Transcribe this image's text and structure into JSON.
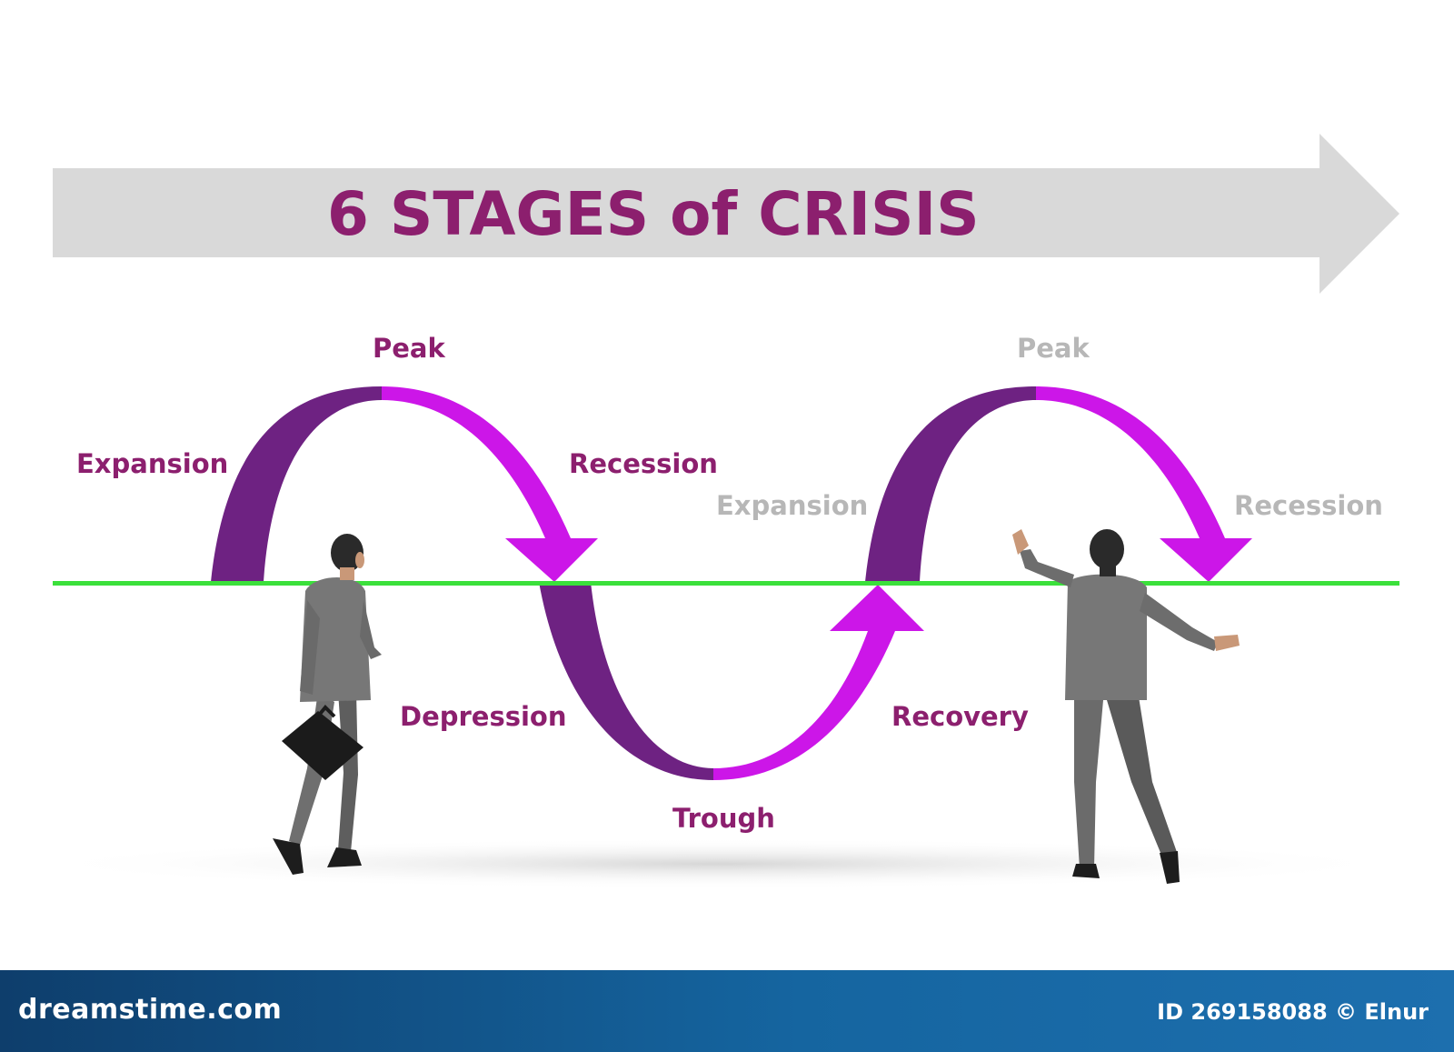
{
  "title": "6 STAGES of CRISIS",
  "colors": {
    "title": "#8c1f6e",
    "label_active": "#8c1f6e",
    "label_faded": "#b7b7b7",
    "arrow_dark": "#6e2282",
    "arrow_bright": "#cc16e8",
    "banner": "#d9d9d9",
    "baseline": "#3be03b",
    "footer": "#13588f"
  },
  "cycle_labels": {
    "peak": "Peak",
    "expansion": "Expansion",
    "recession": "Recession",
    "depression": "Depression",
    "trough": "Trough",
    "recovery": "Recovery",
    "peak_2": "Peak",
    "expansion_2": "Expansion",
    "recession_2": "Recession"
  },
  "footer": {
    "brand": "dreamstime.com",
    "credit": "ID 269158088 © Elnur"
  },
  "icons": {
    "businessman_left": "businessman-walking-with-briefcase",
    "businessman_right": "businessman-gesturing"
  }
}
